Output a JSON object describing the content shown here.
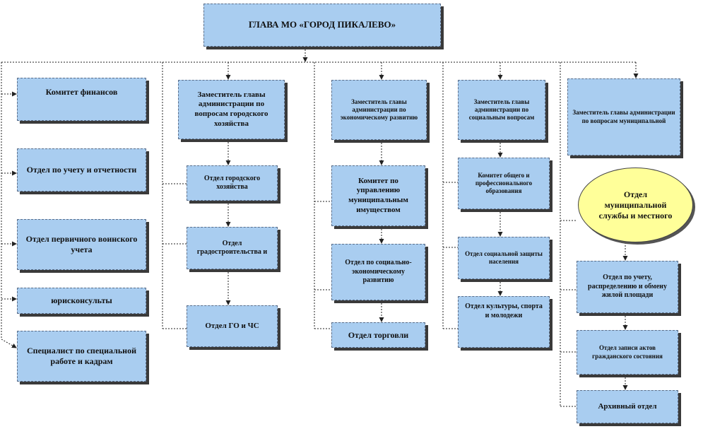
{
  "head": {
    "title": "ГЛАВА МО «ГОРОД ПИКАЛЕВО»"
  },
  "column1": {
    "finance": "Комитет финансов",
    "accounting": "Отдел по учету и отчетности",
    "military": "Отдел первичного воинского учета",
    "lawyers": "юрисконсульты",
    "hr": "Специалист по специальной  работе и кадрам"
  },
  "column2": {
    "deputy": "Заместитель главы администрации по вопросам городского хозяйства",
    "city_economy": "Отдел городского хозяйства",
    "urban_planning": "Отдел градостроительства  и",
    "civil_defense": "Отдел ГО и ЧС"
  },
  "column3": {
    "deputy": "Заместитель главы администрации по экономическому развитию",
    "property": "Комитет по управлению муниципальным имуществом",
    "socio_economic": "Отдел по социально-экономическому развитию",
    "trade": "Отдел торговли"
  },
  "column4": {
    "deputy": "Заместитель главы администрации по социальным вопросам",
    "education": "Комитет общего и профессионального образования",
    "social_protection": "Отдел социальной защиты населения",
    "culture": "Отдел культуры, спорта и молодежи"
  },
  "column5": {
    "deputy": "Заместитель главы администрации  по вопросам муниципальной",
    "municipal_service": "Отдел муниципальной службы и местного",
    "housing": "Отдел по учету, распределению и обмену жилой площади",
    "registry": "Отдел записи актов гражданского состояния",
    "archive": "Архивный отдел"
  },
  "colors": {
    "box_fill": "#a9cdf0",
    "oval_fill": "#ffff99",
    "connector": "#222222",
    "shadow": "#3a3a3a"
  }
}
